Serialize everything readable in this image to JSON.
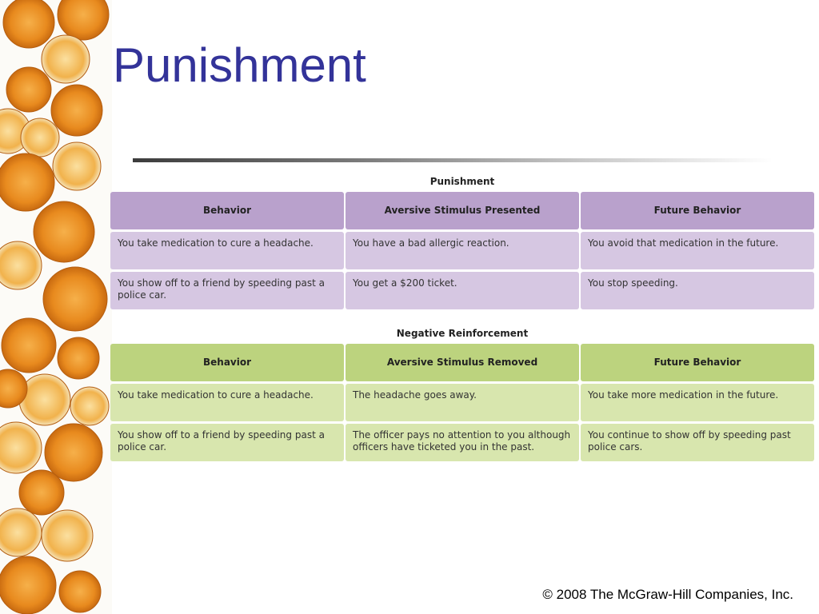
{
  "slide": {
    "title": "Punishment",
    "copyright": "© 2008 The McGraw-Hill Companies, Inc."
  },
  "colors": {
    "title": "#333399",
    "punishment_header": "#b9a1cc",
    "punishment_cell": "#d6c7e2",
    "reinforcement_header": "#bcd37e",
    "reinforcement_cell": "#d8e6ae",
    "orange": "#e8891c"
  },
  "tables": {
    "punishment": {
      "heading": "Punishment",
      "headers": [
        "Behavior",
        "Aversive Stimulus Presented",
        "Future Behavior"
      ],
      "rows": [
        [
          "You take medication to cure a headache.",
          "You have a bad allergic reaction.",
          "You avoid that medication in the future."
        ],
        [
          "You show off to a friend by speeding past a police car.",
          "You get a $200 ticket.",
          "You stop speeding."
        ]
      ]
    },
    "negative_reinforcement": {
      "heading": "Negative Reinforcement",
      "headers": [
        "Behavior",
        "Aversive Stimulus Removed",
        "Future Behavior"
      ],
      "rows": [
        [
          "You take medication to cure a headache.",
          "The headache goes away.",
          "You take more medication in the future."
        ],
        [
          "You show off to a friend by speeding past a police car.",
          "The officer pays no attention to you although officers have ticketed you in the past.",
          "You continue to show off by speeding past police cars."
        ]
      ]
    }
  },
  "icons": {
    "decoration": "orange-slice-icon"
  }
}
